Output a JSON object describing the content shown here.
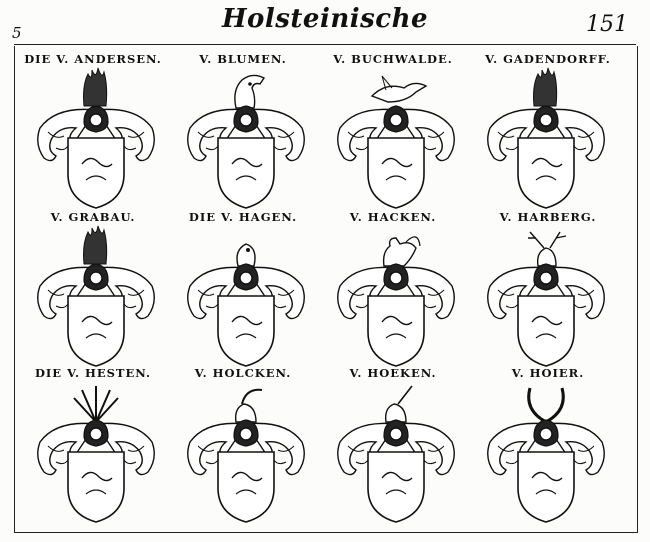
{
  "page": {
    "title": "Holsteinische",
    "page_left": "5",
    "page_right": "151"
  },
  "rows": [
    {
      "names": [
        "DIE V. ANDERSEN.",
        "V. BLUMEN.",
        "V. BUCHWALDE.",
        "V. GADENDORFF."
      ]
    },
    {
      "names": [
        "V. GRABAU.",
        "DIE V. HAGEN.",
        "V. HACKEN.",
        "V. HARBERG."
      ]
    },
    {
      "names": [
        "DIE V. HESTEN.",
        "V. HOLCKEN.",
        "V. HOEKEN.",
        "V. HOIER."
      ]
    }
  ],
  "arms": [
    [
      "feather-plume-crest",
      "animal-head-crest",
      "bird-crest",
      "feather-plume-crest"
    ],
    [
      "feather-plume-crest",
      "helmet-crest",
      "cockerel-crest",
      "stag-crest"
    ],
    [
      "arrows-crest",
      "goat-crest",
      "unicorn-crest",
      "horns-crest"
    ]
  ],
  "colors": {
    "ink": "#111111",
    "paper": "#fcfcfa"
  }
}
